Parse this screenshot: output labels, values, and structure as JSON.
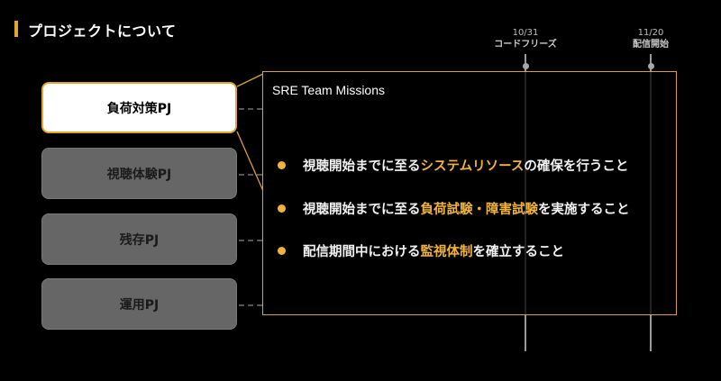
{
  "header": {
    "title": "プロジェクトについて"
  },
  "milestones": [
    {
      "date": "10/31",
      "label": "コードフリーズ"
    },
    {
      "date": "11/20",
      "label": "配信開始"
    }
  ],
  "projects": [
    {
      "label": "負荷対策PJ",
      "active": true
    },
    {
      "label": "視聴体験PJ",
      "active": false
    },
    {
      "label": "残存PJ",
      "active": false
    },
    {
      "label": "運用PJ",
      "active": false
    }
  ],
  "panel": {
    "title": "SRE Team Missions",
    "missions": [
      {
        "pre": "視聴開始までに至る",
        "highlight": "システムリソース",
        "post": "の確保を行うこと"
      },
      {
        "pre": "視聴開始までに至る",
        "highlight": "負荷試験・障害試験",
        "post": "を実施すること"
      },
      {
        "pre": "配信期間中における",
        "highlight": "監視体制",
        "post": "を確立すること"
      }
    ]
  },
  "colors": {
    "accent": "#e2a62b",
    "bullet": "#f0b43c",
    "inactive_box": "#666666",
    "background": "#000000"
  }
}
